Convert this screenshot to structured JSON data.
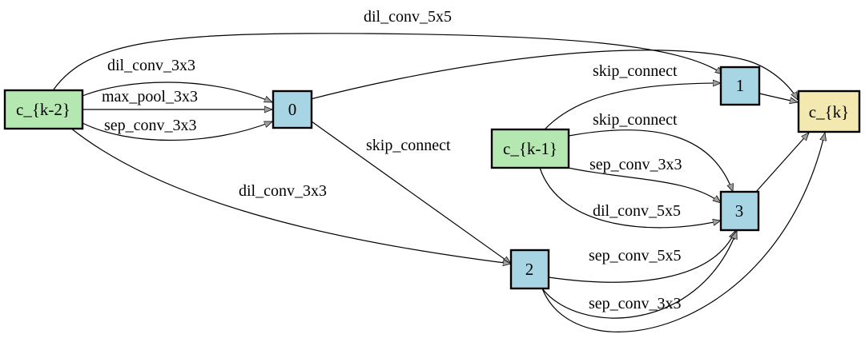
{
  "colors": {
    "input_node": "#b5e8b0",
    "intermediate_node": "#a8d5e3",
    "output_node": "#f2e8b0",
    "arrowhead": "#a0a0a0"
  },
  "nodes": {
    "ck2": "c_{k-2}",
    "ck1": "c_{k-1}",
    "n0": "0",
    "n1": "1",
    "n2": "2",
    "n3": "3",
    "ck": "c_{k}"
  },
  "edges": {
    "ck2_n1": "dil_conv_5x5",
    "ck2_n0_a": "dil_conv_3x3",
    "ck2_n0_b": "max_pool_3x3",
    "ck2_n0_c": "sep_conv_3x3",
    "n0_n2": "skip_connect",
    "ck2_n2": "dil_conv_3x3",
    "ck1_n1": "skip_connect",
    "ck1_n3_a": "skip_connect",
    "ck1_n3_b": "sep_conv_3x3",
    "ck1_n3_c": "dil_conv_5x5",
    "n2_n3_a": "sep_conv_5x5",
    "n2_n3_b": "sep_conv_3x3"
  }
}
